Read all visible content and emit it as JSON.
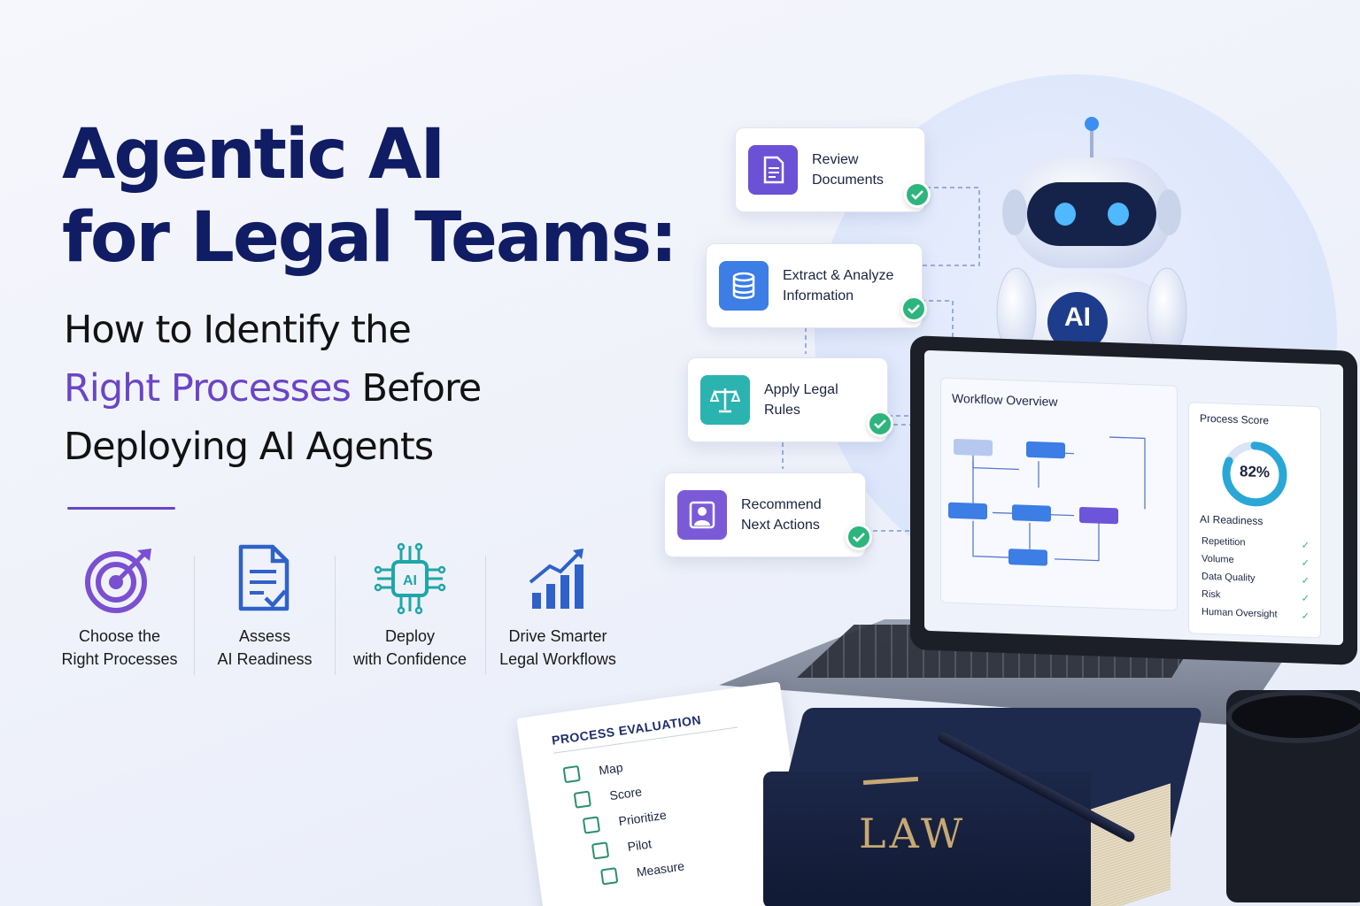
{
  "headline": {
    "line1": "Agentic AI",
    "line2": "for Legal Teams:"
  },
  "subheadline": {
    "line1": "How to Identify the",
    "accent": "Right Processes",
    "line2_rest": " Before",
    "line3": "Deploying AI Agents"
  },
  "features": [
    {
      "icon": "target-icon",
      "line1": "Choose the",
      "line2": "Right Processes"
    },
    {
      "icon": "document-check-icon",
      "line1": "Assess",
      "line2": "AI Readiness"
    },
    {
      "icon": "ai-chip-icon",
      "line1": "Deploy",
      "line2": "with Confidence"
    },
    {
      "icon": "growth-chart-icon",
      "line1": "Drive Smarter",
      "line2": "Legal Workflows"
    }
  ],
  "workflow_cards": [
    {
      "icon": "document-icon",
      "line1": "Review",
      "line2": "Documents",
      "color": "#6b51d6"
    },
    {
      "icon": "database-icon",
      "line1": "Extract & Analyze",
      "line2": "Information",
      "color": "#3c7de6"
    },
    {
      "icon": "scales-icon",
      "line1": "Apply Legal",
      "line2": "Rules",
      "color": "#2bb3b0"
    },
    {
      "icon": "user-icon",
      "line1": "Recommend",
      "line2": "Next Actions",
      "color": "#7b5ad8"
    }
  ],
  "robot": {
    "badge": "AI"
  },
  "laptop": {
    "workflow_title": "Workflow Overview",
    "score_title": "Process Score",
    "score_value": "82%",
    "score_fraction": 0.82,
    "readiness_label": "AI Readiness",
    "criteria": [
      "Repetition",
      "Volume",
      "Data Quality",
      "Risk",
      "Human Oversight"
    ]
  },
  "evaluation": {
    "title": "PROCESS EVALUATION",
    "items": [
      "Map",
      "Score",
      "Prioritize",
      "Pilot",
      "Measure"
    ]
  },
  "book": {
    "label": "LAW"
  },
  "colors": {
    "navy": "#101c64",
    "accent": "#6a45c7",
    "check": "#2cb57d",
    "blue": "#3c7de6"
  }
}
